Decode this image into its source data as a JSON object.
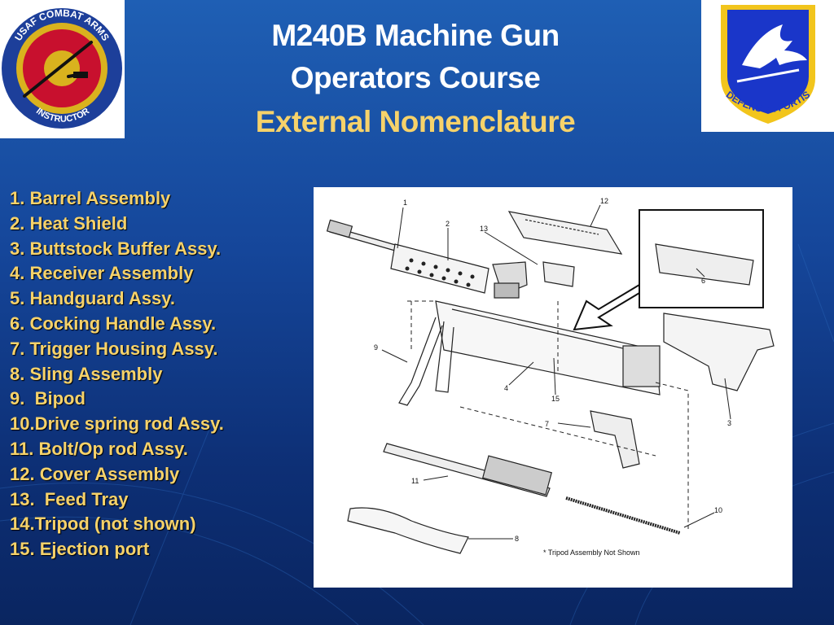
{
  "title": {
    "line1": "M240B Machine Gun",
    "line2": "Operators Course",
    "line3": "External Nomenclature"
  },
  "logos": {
    "left": {
      "top_text": "USAF COMBAT ARMS",
      "bottom_text": "INSTRUCTOR"
    },
    "right": {
      "motto": "DEFENSOR FORTIS"
    }
  },
  "parts": [
    "1. Barrel Assembly",
    "2. Heat Shield",
    "3. Buttstock Buffer Assy.",
    "4. Receiver Assembly",
    "5. Handguard Assy.",
    "6. Cocking Handle Assy.",
    "7. Trigger Housing Assy.",
    "8. Sling Assembly",
    "9.  Bipod",
    "10.Drive spring rod Assy.",
    "11. Bolt/Op rod Assy.",
    "12. Cover Assembly",
    "13.  Feed Tray",
    "14.Tripod (not shown)",
    "15. Ejection port"
  ],
  "diagram": {
    "callouts": [
      "1",
      "2",
      "13",
      "12",
      "9",
      "4",
      "15",
      "7",
      "3",
      "6",
      "11",
      "10",
      "8"
    ],
    "note": "* Tripod Assembly Not Shown"
  },
  "colors": {
    "title_white": "#ffffff",
    "title_gold": "#f6d26a",
    "background": "#15469a"
  }
}
